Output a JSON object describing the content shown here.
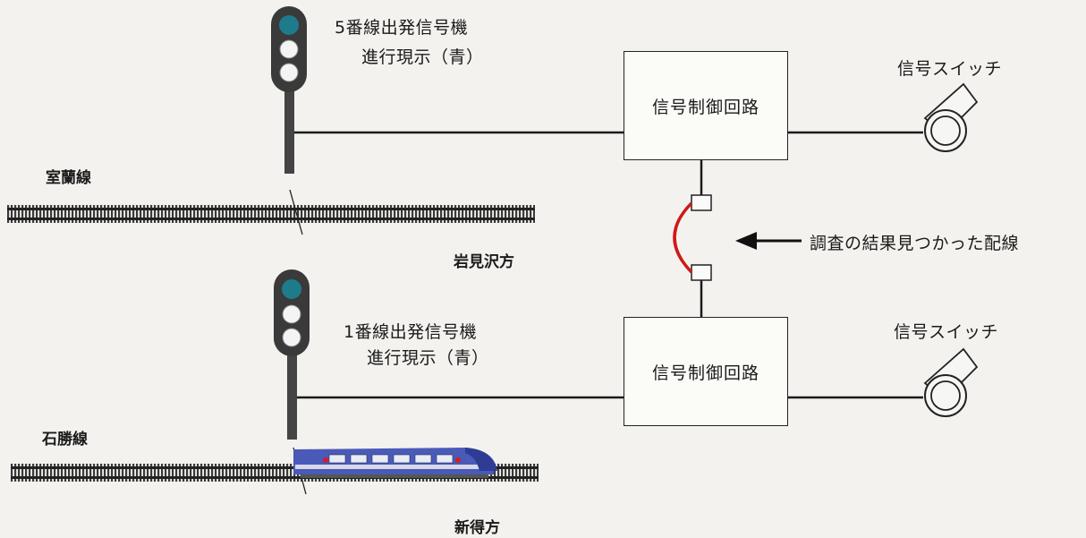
{
  "signals": {
    "upper": {
      "name": "5番線出発信号機",
      "aspect": "進行現示（青）"
    },
    "lower": {
      "name": "1番線出発信号機",
      "aspect": "進行現示（青）"
    }
  },
  "lines": {
    "upper": "室蘭線",
    "lower": "石勝線"
  },
  "directions": {
    "upper": "岩見沢方",
    "lower": "新得方"
  },
  "control_boxes": {
    "upper": "信号制御回路",
    "lower": "信号制御回路"
  },
  "switches": {
    "upper": "信号スイッチ",
    "lower": "信号スイッチ"
  },
  "annotation": {
    "text": "調査の結果見つかった配線"
  },
  "colors": {
    "signal_green": "#1e7b8c",
    "lamp_white": "#f4f4f4",
    "found_wire": "#d01818",
    "train_body": "#4a5ab8",
    "track": "#333333"
  }
}
